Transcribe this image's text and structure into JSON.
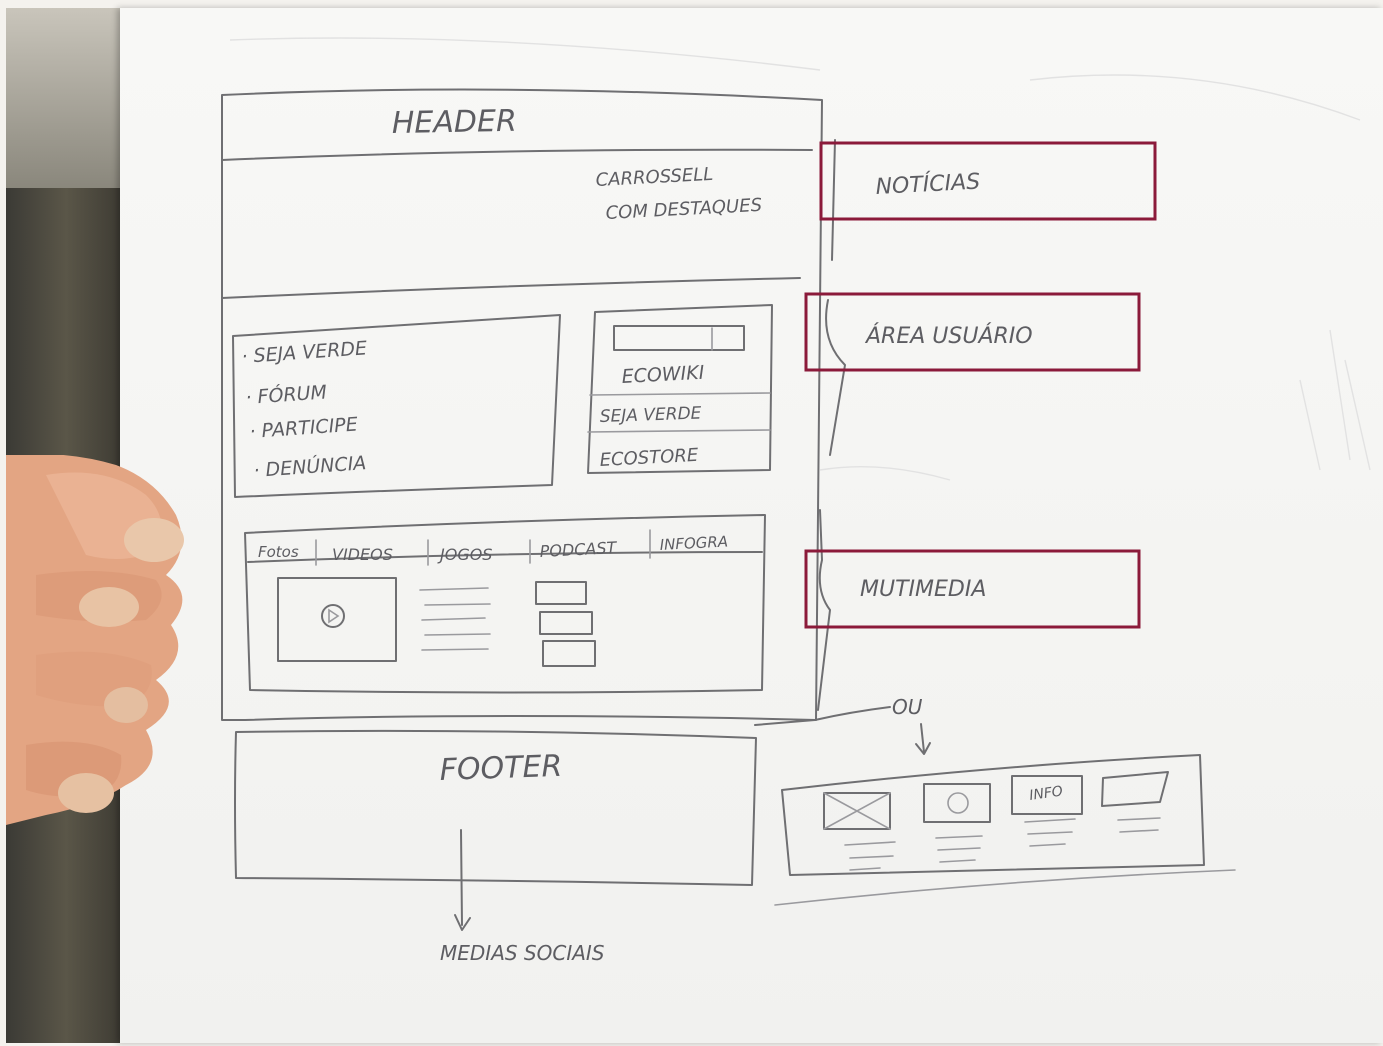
{
  "sketch": {
    "header": "HEADER",
    "carousel": {
      "line1": "CARROSSELL",
      "line2": "COM DESTAQUES"
    },
    "menu_items": [
      "· SEJA VERDE",
      "· FÓRUM",
      "· PARTICIPE",
      "· DENÚNCIA"
    ],
    "user_area": {
      "ecowiki": "ECOWIKI",
      "seja_verde": "SEJA VERDE",
      "ecostore": "ECOSTORE"
    },
    "media_tabs": [
      "Fotos",
      "VIDEOS",
      "JOGOS",
      "PODCAST",
      "INFOGRA"
    ],
    "footer": "FOOTER",
    "social": "MEDIAS SOCIAIS",
    "ou": "OU",
    "info_label": "INFO"
  },
  "annotations": [
    {
      "label": "NOTÍCIAS"
    },
    {
      "label": "ÁREA USUÁRIO"
    },
    {
      "label": "MUTIMEDIA"
    }
  ],
  "colors": {
    "annotation_border": "#8b1a3a",
    "pencil": "#6f6f72",
    "paper": "#f4f4f2",
    "skin": "#e8a887",
    "nail": "#e6c2a4"
  }
}
